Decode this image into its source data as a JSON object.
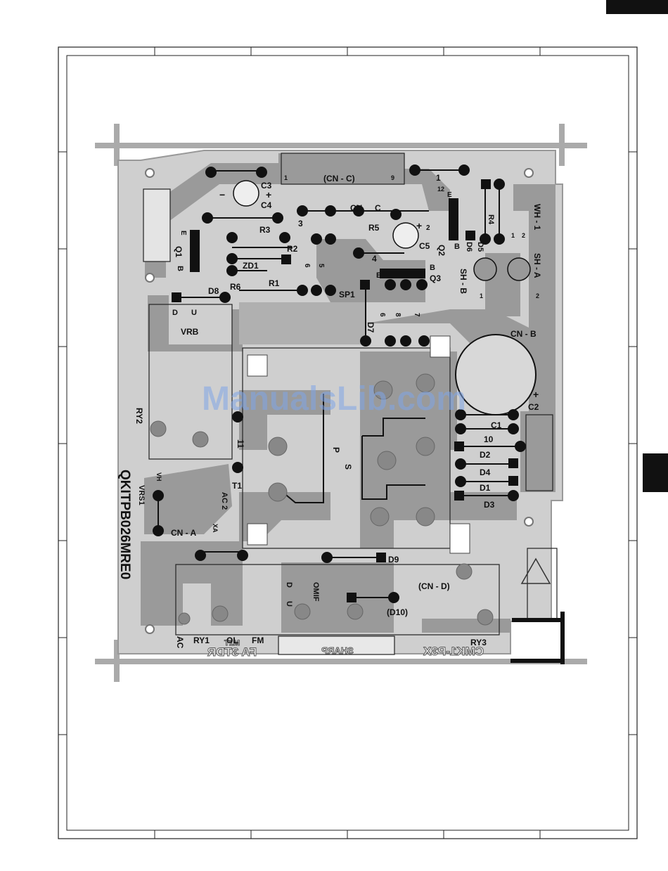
{
  "watermark": "ManualsLib.com",
  "board_code": "QKITPB026MRE0",
  "board_silk": "CMK1-P3X",
  "brand_silk": "SHARP",
  "mirrored_silk": "FA 3TDR",
  "mirrored_silk2": "T1M",
  "labels": {
    "cn_c": "(CN - C)",
    "cn_c_pin1": "1",
    "cn_c_pin9": "9",
    "cn_c_pin12": "12",
    "pin_1": "1",
    "c3": "C3",
    "c4": "C4",
    "r3": "R3",
    "r2": "R2",
    "zd1": "ZD1",
    "r1": "R1",
    "r6": "R6",
    "d8": "D8",
    "sp1": "SP1",
    "q1": "Q1",
    "q1_e": "E",
    "q1_b": "B",
    "vrb": "VRB",
    "vrb_d": "D",
    "vrb_u": "U",
    "ry2": "RY2",
    "cn": "CN",
    "c_mark": "C",
    "r5": "R5",
    "c5": "C5",
    "q2": "Q2",
    "q2_b": "B",
    "q2_e": "E",
    "q3": "Q3",
    "q3_b": "B",
    "q3_e": "E",
    "d7": "D7",
    "d6": "D6",
    "d5": "D5",
    "r4": "R4",
    "wh1": "WH - 1",
    "wh1_p1": "1",
    "wh1_p2": "2",
    "sh_a": "SH - A",
    "sh_b": "SH - B",
    "sh_pin1": "1",
    "sh_pin2": "2",
    "cn_b": "CN - B",
    "c2": "C2",
    "c1": "C1",
    "d2": "D2",
    "d4": "D4",
    "d1": "D1",
    "d3": "D3",
    "num_10": "10",
    "num_11": "11",
    "num_3": "3",
    "num_4": "4",
    "num_5": "5",
    "num_6": "6",
    "num_7": "7",
    "num_8": "8",
    "num_2": "2",
    "p": "P",
    "s": "S",
    "t1": "T1",
    "vrs1": "VRS1",
    "vh": "VH",
    "xa": "XA",
    "ac2": "AC 2",
    "cn_a": "CN - A",
    "d9": "D9",
    "d10": "(D10)",
    "cn_d": "(CN - D)",
    "omif": "OMIF",
    "omif_d": "D",
    "omif_u": "U",
    "ry3": "RY3",
    "bottom_ac": "AC",
    "bottom_ry1": "RY1",
    "bottom_ol": "OL",
    "bottom_fm": "FM",
    "plus": "+",
    "minus": "−"
  },
  "colors": {
    "board": "#c9c9c9",
    "trace": "#8a8a8a",
    "pad": "#111111",
    "frame": "#222222"
  }
}
